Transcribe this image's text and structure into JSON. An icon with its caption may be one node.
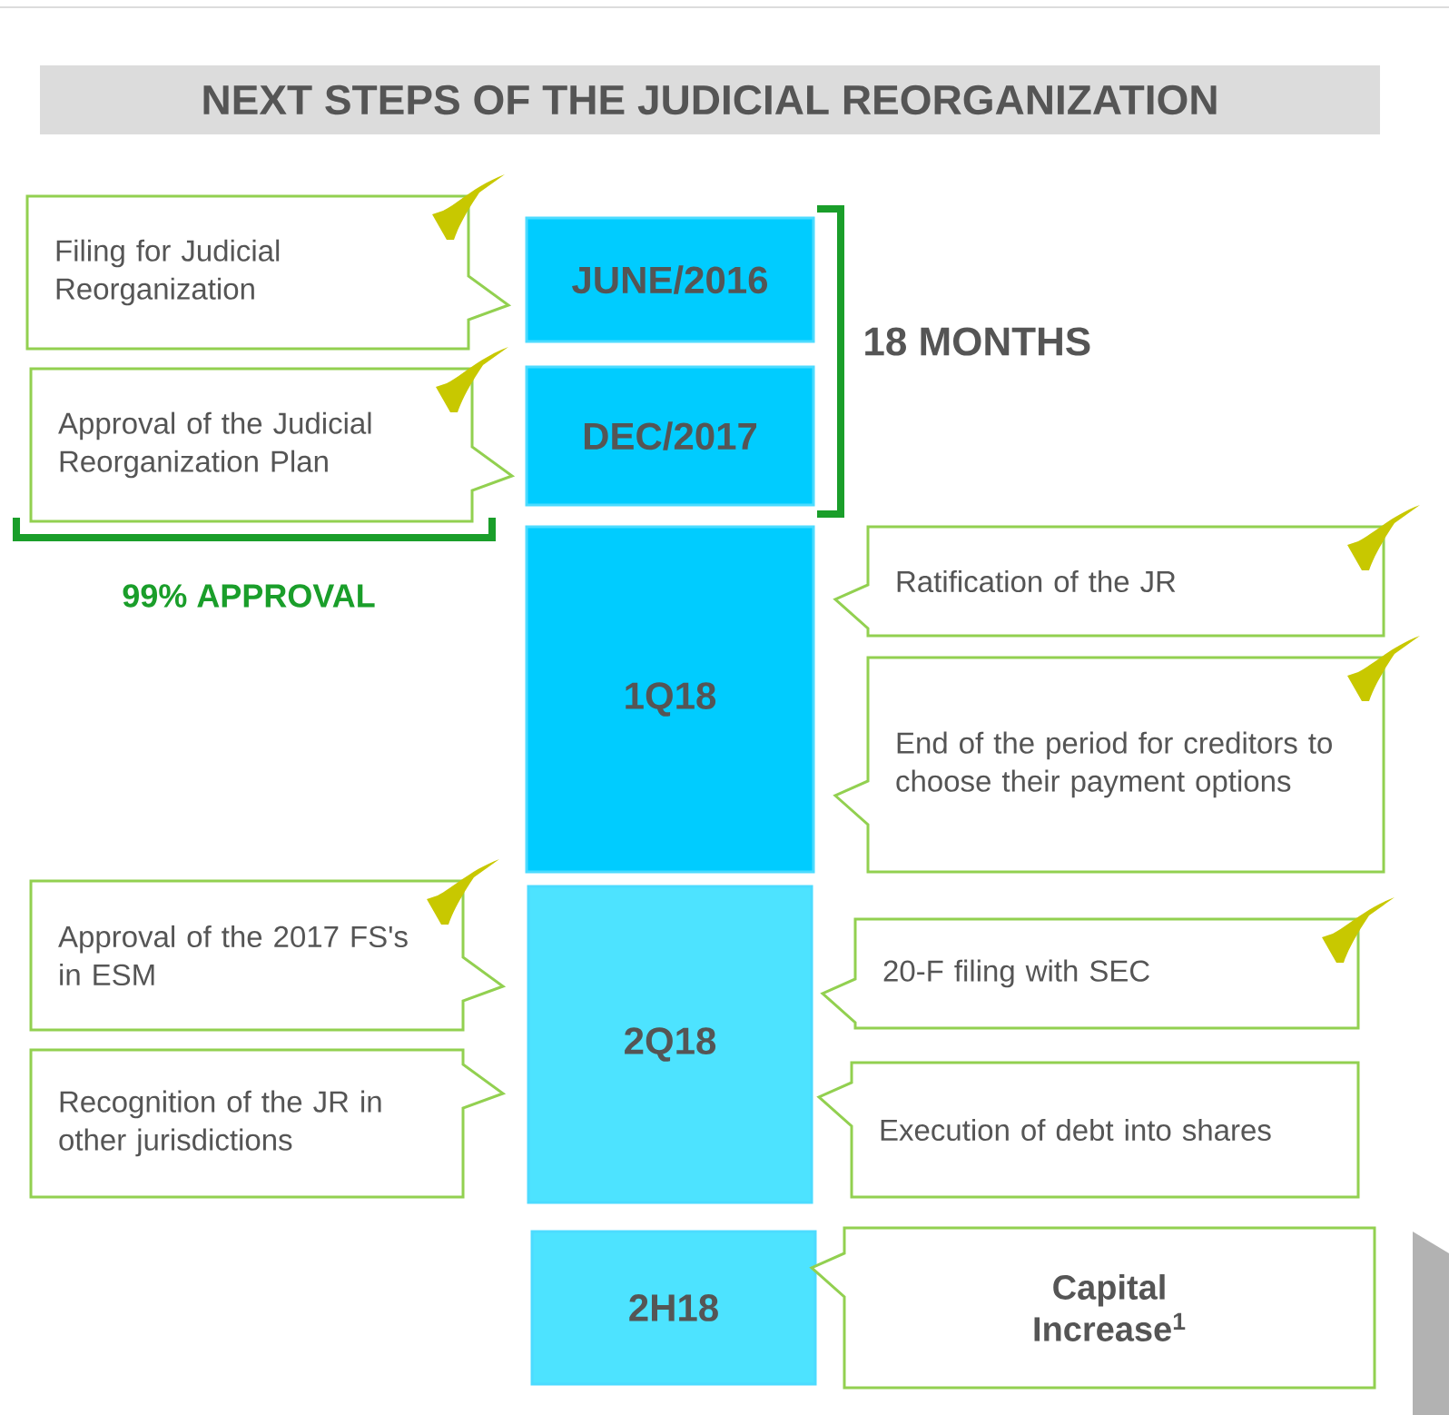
{
  "diagram": {
    "title": "NEXT STEPS OF THE JUDICIAL REORGANIZATION",
    "nodes": [
      {
        "text": [
          "JUNE/2016"
        ]
      },
      {
        "text": [
          "DEC/2017"
        ]
      },
      {
        "text": [
          "1Q18"
        ]
      },
      {
        "text": [
          "2Q18"
        ]
      },
      {
        "text": [
          "2H18"
        ]
      },
      {
        "text": [
          "Filing for Judicial Reorganization"
        ]
      },
      {
        "text": [
          "Approval of the Judicial Reorganization Plan"
        ]
      },
      {
        "text": [
          "Ratification of the JR"
        ]
      },
      {
        "text": [
          "End of the period for creditors to choose their payment options"
        ]
      },
      {
        "text": [
          "Approval of the 2017 FS's in ESM"
        ]
      },
      {
        "text": [
          "Recognition of the JR in other jurisdictions"
        ]
      },
      {
        "text": [
          "20-F filing with SEC"
        ]
      },
      {
        "text": [
          "Execution of debt into shares"
        ]
      },
      {
        "text": [
          "Capital Increase$^{1}$"
        ]
      }
    ],
    "labels": [
      "18 MONTHS",
      "99% APPROVAL"
    ]
  }
}
